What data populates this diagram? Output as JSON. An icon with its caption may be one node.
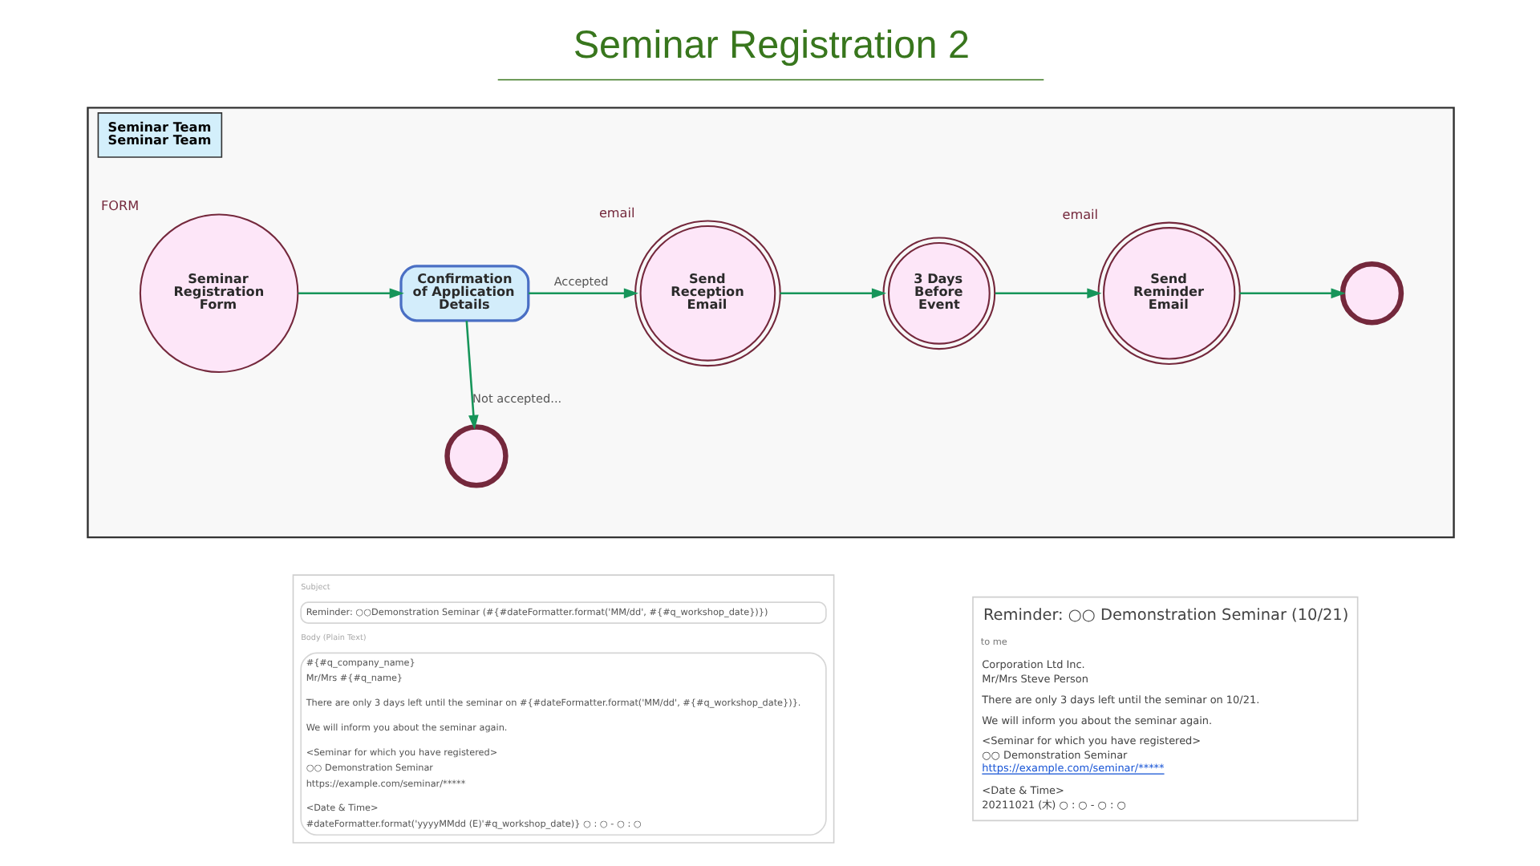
{
  "diagram": {
    "title": "Seminar Registration 2",
    "nodes": [
      {
        "text": [
          "Seminar Team",
          "Seminar Team"
        ]
      },
      {
        "text": [
          "Seminar Registration Form"
        ],
        "beside": [
          "FORM"
        ],
        "in": 0
      },
      {
        "text": [
          "Confirmation of Application Details"
        ],
        "in": 0
      },
      {
        "text": [
          "Send Reception Email"
        ],
        "beside": [
          "email"
        ],
        "in": 0
      },
      {
        "text": [
          "3 Days Before Event"
        ],
        "in": 0
      },
      {
        "text": [
          "Send Reminder Email"
        ],
        "beside": [
          "email"
        ],
        "in": 0
      },
      {
        "text": [],
        "shape": "circle",
        "in": 0
      },
      {
        "text": [],
        "shape": "circle",
        "in": 0
      }
    ],
    "edges": [
      {
        "from": 1,
        "to": 2,
        "arrow": "to"
      },
      {
        "from": 2,
        "to": 3,
        "arrow": "to",
        "label": "Accepted"
      },
      {
        "from": 2,
        "to": 7,
        "arrow": "to",
        "label": "Not accepted..."
      },
      {
        "from": 3,
        "to": 4,
        "arrow": "to"
      },
      {
        "from": 4,
        "to": 5,
        "arrow": "to"
      },
      {
        "from": 5,
        "to": 6,
        "arrow": "to"
      }
    ],
    "labels": [
      "Subject",
      "Reminder: ○○Demonstration Seminar (#{#dateFormatter.format('MM/dd', #{#q_workshop_date})})",
      "Body (Plain Text)",
      "#{#q_company_name}",
      "Mr/Mrs #{#q_name}",
      "There are only 3 days left until the seminar on #{#dateFormatter.format('MM/dd', #{#q_workshop_date})}.",
      "We will inform you about the seminar again.",
      "<Seminar for which you have registered>",
      "○○ Demonstration Seminar",
      "https://example.com/seminar/*****",
      "<Date & Time>",
      "#dateFormatter.format('yyyyMMdd (E)'#q_workshop_date)} ○ : ○ - ○ : ○",
      "Reminder: ○○ Demonstration Seminar (10/21)",
      "to me",
      "Corporation Ltd Inc.",
      "Mr/Mrs Steve Person",
      "There are only 3 days left until the seminar on 10/21.",
      "We will inform you about the seminar again.",
      "<Seminar for which you have registered>",
      "○○ Demonstration Seminar",
      "https://example.com/seminar/*****",
      "<Date & Time>",
      "20211021 (木) ○ : ○ - ○ : ○"
    ]
  }
}
